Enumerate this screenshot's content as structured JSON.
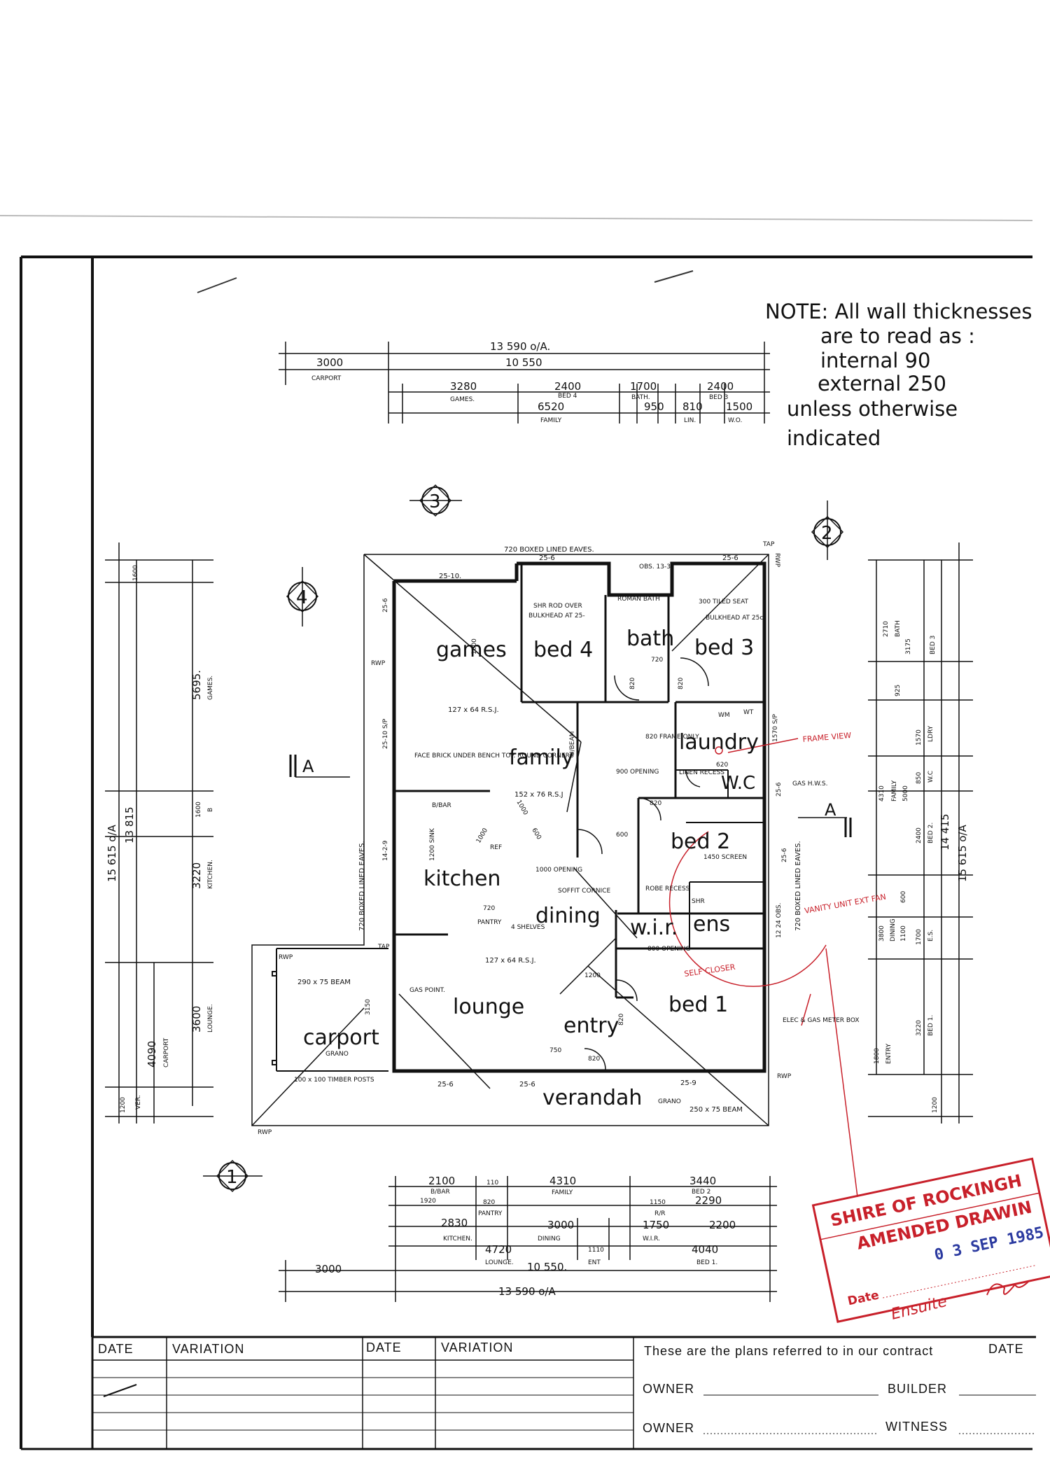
{
  "note": {
    "lines": [
      "NOTE: All wall thicknesses",
      "are to read as :",
      "internal 90",
      "external 250",
      "unless otherwise",
      "indicated"
    ]
  },
  "rooms": {
    "games": "games",
    "bed4": "bed 4",
    "bath": "bath",
    "bed3": "bed 3",
    "laundry": "laundry",
    "wc": "W.C",
    "family": "family",
    "kitchen": "kitchen",
    "dining": "dining",
    "bed2": "bed 2",
    "wir": "w.i.r.",
    "ens": "ens",
    "bed1": "bed 1",
    "lounge": "lounge",
    "entry": "entry",
    "carport": "carport",
    "verandah": "verandah"
  },
  "markers": {
    "north": "3",
    "east": "2",
    "west": "4",
    "south": "1",
    "section": "A"
  },
  "top_dims": {
    "overall": "13 590 o/A.",
    "house": "10 550",
    "carport": "3000",
    "carport_label": "CARPORT",
    "games": "3280",
    "games_label": "GAMES.",
    "bed4": "2400",
    "bed4_label": "BED 4",
    "family": "6520",
    "family_label": "FAMILY",
    "bath": "1700",
    "bath_label": "BATH.",
    "bath2": "950",
    "lin": "810",
    "lin_label": "LIN.",
    "bed3": "2400",
    "bed3_label": "BED 3",
    "wo": "1500",
    "wo_label": "W.O."
  },
  "bottom_dims": {
    "bbar": "2100",
    "bbar_label": "B/BAR",
    "v110": "110",
    "v1920": "1920",
    "pantry": "820",
    "pantry_label": "PANTRY",
    "family": "4310",
    "family_label": "FAMILY",
    "bed2": "3440",
    "bed2_label": "BED 2",
    "bed2b": "2290",
    "rr": "1150",
    "rr_label": "R/R",
    "kitchen": "2830",
    "kitchen_label": "KITCHEN.",
    "dining": "3000",
    "dining_label": "DINING",
    "wir": "1750",
    "wir_label": "W.I.R.",
    "v2200": "2200",
    "lounge": "4720",
    "lounge_label": "LOUNGE.",
    "ent": "1110",
    "ent_label": "ENT",
    "bed1": "4040",
    "bed1_label": "BED 1.",
    "house": "10 550.",
    "carport": "3000",
    "overall": "13 590 o/A"
  },
  "left_dims": {
    "overall": "15 615 o/A",
    "house": "13 815",
    "v1600": "1600",
    "games": "5695.",
    "games_label": "GAMES.",
    "b1600": "1600",
    "b_label": "B",
    "kitchen": "3220",
    "kitchen_label": "KITCHEN.",
    "lounge": "3600",
    "lounge_label": "LOUNGE.",
    "carport": "4090",
    "carport_label": "CARPORT",
    "ver": "1200",
    "ver_label": "VER."
  },
  "right_dims": {
    "overall": "15 615 o/A",
    "house": "14 415",
    "bath": "2710",
    "bath_label": "BATH",
    "bed3": "3175",
    "bed3_label": "BED 3",
    "v925": "925",
    "ldry": "1570",
    "ldry_label": "LDRY",
    "wc": "850",
    "wc_label": "W.C",
    "family": "4310",
    "family_label": "FAMILY",
    "family2": "5000",
    "bed2": "2400",
    "bed2_label": "BED 2.",
    "dining": "3800",
    "dining_label": "DINING",
    "dining2": "1100",
    "v600": "600",
    "es": "1700",
    "es_label": "E.S.",
    "entry": "1800",
    "entry_label": "ENTRY",
    "bed1": "3220",
    "bed1_label": "BED 1.",
    "ver": "1200"
  },
  "annotations": {
    "eaves_top": "720 BOXED LINED EAVES.",
    "eaves_left": "720 BOXED LINED EAVES.",
    "eaves_right": "720 BOXED LINED EAVES.",
    "pitch_a": "25-10.",
    "pitch_b": "25-6",
    "pitch_c": "25-10 S/P",
    "pitch_d": "14-2-9",
    "pitch_e": "25-6",
    "pitch_f": "25-6",
    "pitch_g": "25-9",
    "pitch_h": "25-6",
    "pitch_i": "25-6",
    "pitch_j": "12 24 OBS.",
    "shr_rod": "SHR ROD OVER",
    "bulkhead4": "BULKHEAD AT 25-",
    "roman_bath": "ROMAN BATH",
    "obs": "OBS. 13-3",
    "tiled_seat": "300 TILED SEAT",
    "bulkhead3": "BULKHEAD AT 25c",
    "rsj1": "127 x 64 R.S.J.",
    "rsj2": "152 x 76 R.S.J",
    "rsj3": "127 x 64 R.S.J.",
    "face_brick": "FACE BRICK UNDER BENCH TOP. ROUND CORNERS",
    "bbar": "B/BAR",
    "sink": "1200 SINK",
    "v1000a": "1000",
    "v1000b": "1000",
    "v600a": "600",
    "ref": "REF",
    "opening1000": "1000 OPENING",
    "soffit": "SOFFIT CORNICE",
    "pantry": "PANTRY",
    "shelves": "4 SHELVES",
    "gas_point": "GAS POINT.",
    "beam1": "290 x 75 BEAM",
    "grano1": "GRANO",
    "posts": "100 x 100 TIMBER POSTS",
    "grano2": "GRANO",
    "beam2": "250 x 75 BEAM",
    "v3150": "3150",
    "frame_only": "820 FRAME ONLY",
    "opening900": "900 OPENING",
    "linen": "LINEN RECESS",
    "wm": "WM",
    "wt": "WT",
    "v620": "620",
    "v820a": "820",
    "v820b": "820",
    "v820c": "820",
    "v820d": "820",
    "v820e": "820",
    "v720a": "720",
    "v720b": "720",
    "v1200": "1200",
    "v750": "750",
    "v600b": "600",
    "screen": "1450 SCREEN",
    "robe": "ROBE RECESS",
    "shr": "SHR",
    "v800": "800 OPENING",
    "gas_hws": "GAS H.W.S.",
    "elec_gas": "ELEC & GAS METER BOX",
    "rwp1": "RWP",
    "rwp2": "RWP",
    "rwp3": "RWP",
    "rwp4": "RWP",
    "rwp5": "RWP",
    "tap1": "TAP",
    "tap2": "TAP",
    "sp": "1570 S/P",
    "urbeam": "U/BEAM",
    "v1000c": "1000"
  },
  "red_notes": {
    "frame_view": "FRAME VIEW",
    "vanity": "VANITY UNIT EXT FAN",
    "self_closer": "SELF CLOSER"
  },
  "stamp": {
    "line1": "SHIRE OF ROCKINGH",
    "line2": "AMENDED DRAWIN",
    "date": "0 3 SEP 1985",
    "date_label": "Date",
    "signature": "Ensuite"
  },
  "title_block": {
    "date1": "DATE",
    "variation1": "VARIATION",
    "date2": "DATE",
    "variation2": "VARIATION",
    "contract": "These are the plans referred to in our contract",
    "date3": "DATE",
    "owner1": "OWNER",
    "builder": "BUILDER",
    "owner2": "OWNER",
    "witness": "WITNESS"
  }
}
